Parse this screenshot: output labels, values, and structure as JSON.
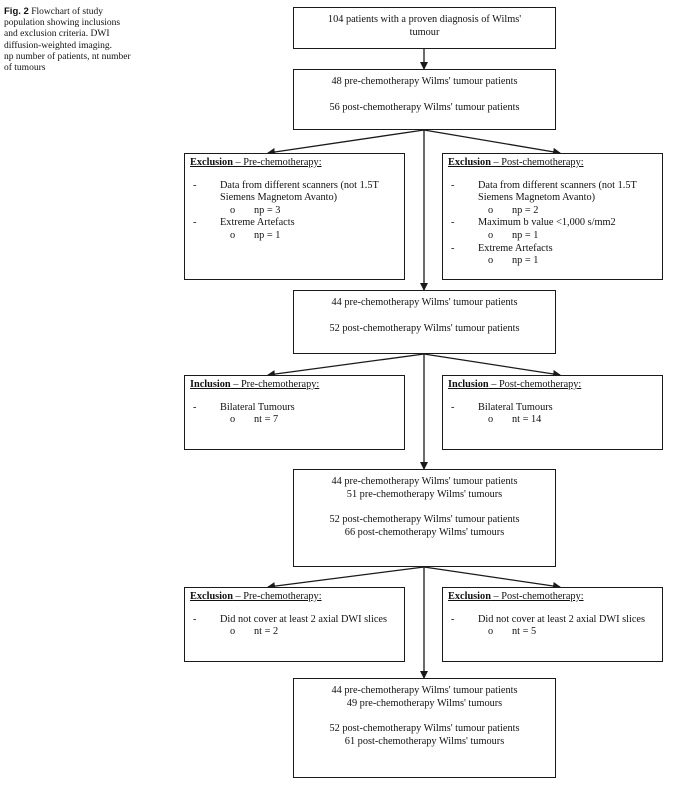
{
  "caption": {
    "fig": "Fig. 2",
    "lines": [
      "Flowchart of study",
      "population showing inclusions",
      "and exclusion criteria. DWI",
      "diffusion-weighted imaging.",
      "np number of patients, nt number",
      "of tumours"
    ]
  },
  "start": {
    "lines": [
      "104 patients with a proven diagnosis of Wilms'",
      "tumour"
    ]
  },
  "step1": {
    "pre": "48 pre-chemotherapy Wilms' tumour patients",
    "post": "56 post-chemotherapy Wilms' tumour patients"
  },
  "excl1_pre": {
    "kw": "Exclusion",
    "rest": " – Pre-chemotherapy:",
    "item1": "Data from different scanners (not 1.5T Siemens Magnetom Avanto)",
    "item1_sub": "np = 3",
    "item2": "Extreme Artefacts",
    "item2_sub": "np = 1"
  },
  "excl1_post": {
    "kw": "Exclusion",
    "rest": " – Post-chemotherapy:",
    "item1": "Data from different scanners (not 1.5T Siemens Magnetom Avanto)",
    "item1_sub": "np = 2",
    "item2": "Maximum b value <1,000 s/mm2",
    "item2_sub": "np = 1",
    "item3": "Extreme Artefacts",
    "item3_sub": "np = 1"
  },
  "step2": {
    "pre": "44 pre-chemotherapy Wilms' tumour patients",
    "post": "52 post-chemotherapy Wilms' tumour patients"
  },
  "incl_pre": {
    "kw": "Inclusion",
    "rest": " – Pre-chemotherapy:",
    "item1": "Bilateral Tumours",
    "item1_sub": "nt = 7"
  },
  "incl_post": {
    "kw": "Inclusion",
    "rest": " – Post-chemotherapy:",
    "item1": "Bilateral Tumours",
    "item1_sub": "nt = 14"
  },
  "step3": {
    "l1": "44 pre-chemotherapy Wilms' tumour patients",
    "l2": "51 pre-chemotherapy Wilms' tumours",
    "l3": "52 post-chemotherapy Wilms' tumour patients",
    "l4": "66 post-chemotherapy Wilms' tumours"
  },
  "excl2_pre": {
    "kw": "Exclusion",
    "rest": " – Pre-chemotherapy:",
    "item1": "Did not cover at least 2 axial DWI slices",
    "item1_sub": "nt = 2"
  },
  "excl2_post": {
    "kw": "Exclusion",
    "rest": " – Post-chemotherapy:",
    "item1": "Did not cover at least 2 axial DWI slices",
    "item1_sub": "nt = 5"
  },
  "final": {
    "l1": "44 pre-chemotherapy Wilms' tumour patients",
    "l2": "49 pre-chemotherapy Wilms' tumours",
    "l3": "52 post-chemotherapy Wilms' tumour patients",
    "l4": "61 post-chemotherapy Wilms' tumours"
  }
}
